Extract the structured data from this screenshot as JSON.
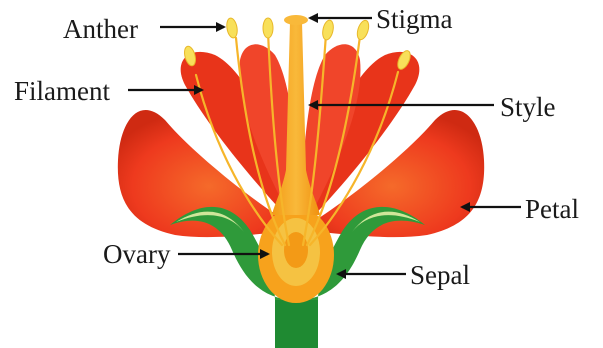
{
  "labels": {
    "anther": "Anther",
    "stigma": "Stigma",
    "filament": "Filament",
    "style": "Style",
    "petal": "Petal",
    "ovary": "Ovary",
    "sepal": "Sepal"
  },
  "colors": {
    "petal": "#ee3a1e",
    "petal_dark": "#c8260f",
    "petal_light": "#f5672e",
    "sepal": "#2f9a3a",
    "sepal_light": "#cfe69a",
    "stem": "#1f8a32",
    "pistil": "#f7a21c",
    "ovary_inner": "#f5c242",
    "filament": "#f6b52a",
    "anther": "#f8e05a",
    "arrow": "#111111"
  }
}
